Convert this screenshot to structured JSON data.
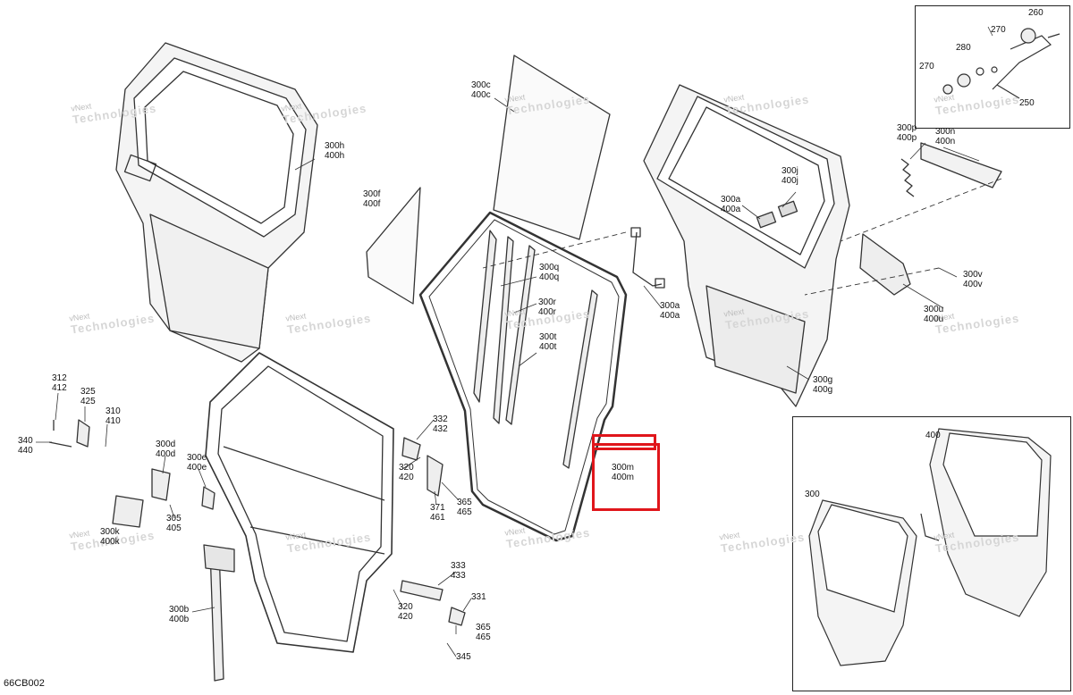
{
  "figure_code": "66CB002",
  "watermark": {
    "line1": "vNext",
    "line2": "Technologies"
  },
  "callouts": [
    {
      "id": "c-300h",
      "lines": [
        "300h",
        "400h"
      ]
    },
    {
      "id": "c-300c",
      "lines": [
        "300c",
        "400c"
      ]
    },
    {
      "id": "c-300f",
      "lines": [
        "300f",
        "400f"
      ]
    },
    {
      "id": "c-300q",
      "lines": [
        "300q",
        "400q"
      ]
    },
    {
      "id": "c-300r",
      "lines": [
        "300r",
        "400r"
      ]
    },
    {
      "id": "c-300t",
      "lines": [
        "300t",
        "400t"
      ]
    },
    {
      "id": "c-300a-mid",
      "lines": [
        "300a",
        "400a"
      ]
    },
    {
      "id": "c-300j",
      "lines": [
        "300j",
        "400j"
      ]
    },
    {
      "id": "c-300a-right",
      "lines": [
        "300a",
        "400a"
      ]
    },
    {
      "id": "c-300p",
      "lines": [
        "300p",
        "400p"
      ]
    },
    {
      "id": "c-300n",
      "lines": [
        "300n",
        "400n"
      ]
    },
    {
      "id": "c-300v",
      "lines": [
        "300v",
        "400v"
      ]
    },
    {
      "id": "c-300u",
      "lines": [
        "300u",
        "400u"
      ]
    },
    {
      "id": "c-300g",
      "lines": [
        "300g",
        "400g"
      ]
    },
    {
      "id": "c-260",
      "lines": [
        "260"
      ]
    },
    {
      "id": "c-270a",
      "lines": [
        "270"
      ]
    },
    {
      "id": "c-270b",
      "lines": [
        "270"
      ]
    },
    {
      "id": "c-280",
      "lines": [
        "280"
      ]
    },
    {
      "id": "c-250",
      "lines": [
        "250"
      ]
    },
    {
      "id": "c-312",
      "lines": [
        "312",
        "412"
      ]
    },
    {
      "id": "c-325",
      "lines": [
        "325",
        "425"
      ]
    },
    {
      "id": "c-310",
      "lines": [
        "310",
        "410"
      ]
    },
    {
      "id": "c-340",
      "lines": [
        "340",
        "440"
      ]
    },
    {
      "id": "c-300d",
      "lines": [
        "300d",
        "400d"
      ]
    },
    {
      "id": "c-300e",
      "lines": [
        "300e",
        "400e"
      ]
    },
    {
      "id": "c-300k",
      "lines": [
        "300k",
        "400k"
      ]
    },
    {
      "id": "c-305",
      "lines": [
        "305",
        "405"
      ]
    },
    {
      "id": "c-332",
      "lines": [
        "332",
        "432"
      ]
    },
    {
      "id": "c-320a",
      "lines": [
        "320",
        "420"
      ]
    },
    {
      "id": "c-371",
      "lines": [
        "371",
        "461"
      ]
    },
    {
      "id": "c-365a",
      "lines": [
        "365",
        "465"
      ]
    },
    {
      "id": "c-300m",
      "lines": [
        "300m",
        "400m"
      ]
    },
    {
      "id": "c-333",
      "lines": [
        "333",
        "433"
      ]
    },
    {
      "id": "c-331",
      "lines": [
        "331"
      ]
    },
    {
      "id": "c-320b",
      "lines": [
        "320",
        "420"
      ]
    },
    {
      "id": "c-365b",
      "lines": [
        "365",
        "465"
      ]
    },
    {
      "id": "c-345",
      "lines": [
        "345"
      ]
    },
    {
      "id": "c-300b",
      "lines": [
        "300b",
        "400b"
      ]
    },
    {
      "id": "c-400",
      "lines": [
        "400"
      ]
    },
    {
      "id": "c-300",
      "lines": [
        "300"
      ]
    }
  ]
}
